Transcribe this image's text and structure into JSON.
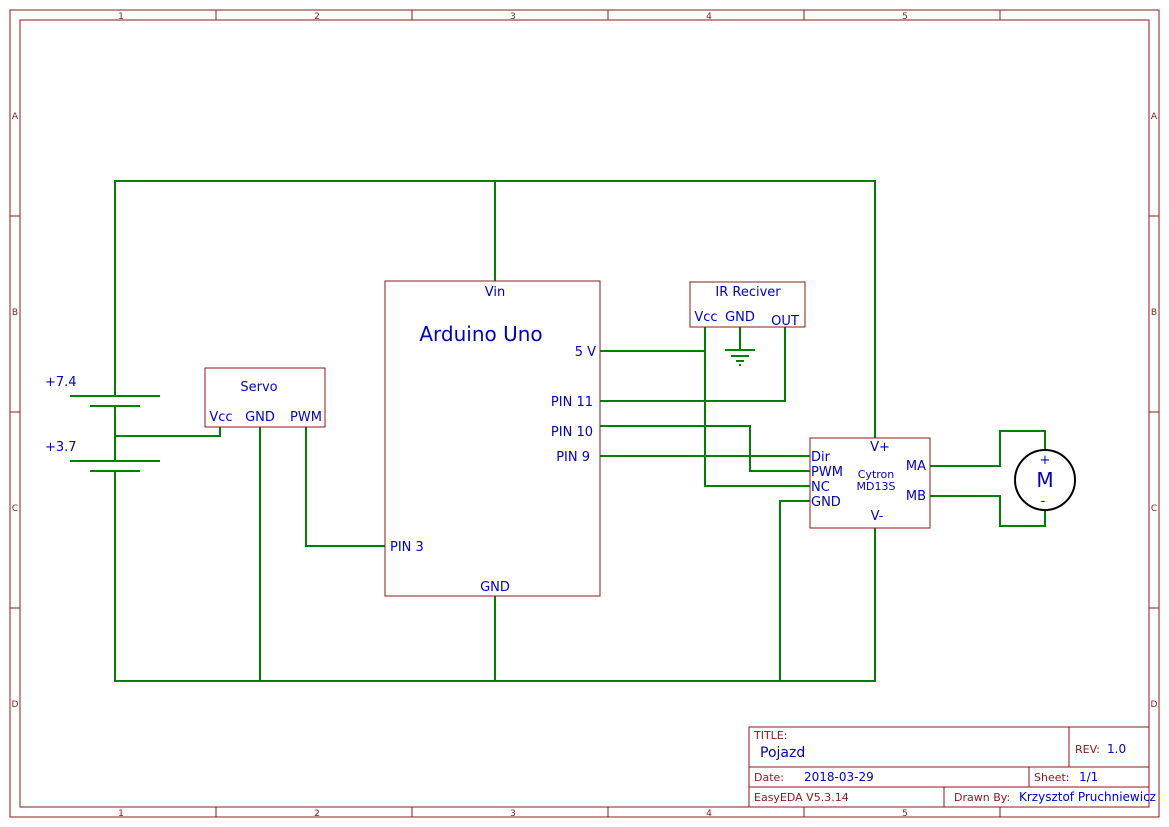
{
  "frame": {
    "columns": [
      "1",
      "2",
      "3",
      "4",
      "5"
    ],
    "rows": [
      "A",
      "B",
      "C",
      "D"
    ]
  },
  "arduino": {
    "title": "Arduino Uno",
    "pins": {
      "vin": "Vin",
      "v5": "5 V",
      "pin11": "PIN 11",
      "pin10": "PIN 10",
      "pin9": "PIN 9",
      "pin3": "PIN 3",
      "gnd": "GND"
    }
  },
  "ir_receiver": {
    "title": "IR Reciver",
    "pins": {
      "vcc": "Vcc",
      "gnd": "GND",
      "out": "OUT"
    }
  },
  "servo": {
    "title": "Servo",
    "pins": {
      "vcc": "Vcc",
      "gnd": "GND",
      "pwm": "PWM"
    }
  },
  "battery": {
    "top_label": "+7.4",
    "bottom_label": "+3.7"
  },
  "driver": {
    "name_line1": "Cytron",
    "name_line2": "MD13S",
    "pins": {
      "vplus": "V+",
      "vminus": "V-",
      "dir": "Dir",
      "pwm": "PWM",
      "nc": "NC",
      "gnd": "GND",
      "ma": "MA",
      "mb": "MB"
    }
  },
  "motor": {
    "label": "M",
    "plus": "+",
    "minus": "-"
  },
  "title_block": {
    "title_label": "TITLE:",
    "title": "Pojazd",
    "rev_label": "REV:",
    "rev": "1.0",
    "date_label": "Date:",
    "date": "2018-03-29",
    "sheet_label": "Sheet:",
    "sheet": "1/1",
    "software": "EasyEDA V5.3.14",
    "drawn_by_label": "Drawn By:",
    "drawn_by": "Krzysztof Pruchniewicz"
  },
  "colors": {
    "wire": "#008000",
    "frame": "#8b1a1a",
    "text": "#0000cc",
    "ground": "#008000"
  }
}
